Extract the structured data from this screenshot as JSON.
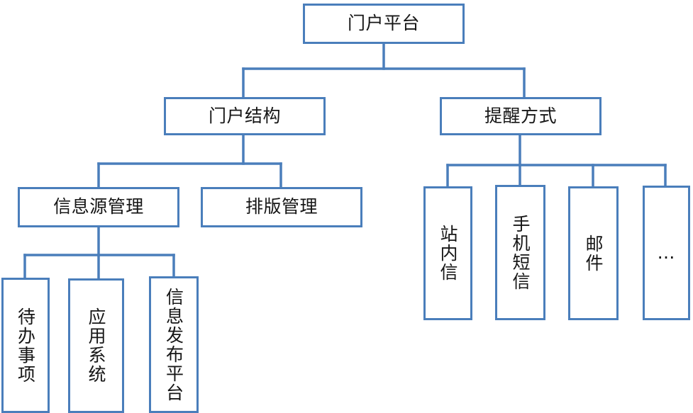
{
  "diagram": {
    "type": "org-tree",
    "title": "门户平台",
    "style": {
      "box_border_color": "#4a7ebb",
      "box_fill_color": "#ffffff",
      "connector_color": "#4a7ebb",
      "text_color": "#161616",
      "background": "#ffffff"
    },
    "nodes": {
      "root": {
        "label": "门户平台"
      },
      "level2": [
        {
          "label": "门户结构"
        },
        {
          "label": "提醒方式"
        }
      ],
      "portal_structure_children": [
        {
          "label": "信息源管理"
        },
        {
          "label": "排版管理"
        }
      ],
      "info_source_children": [
        {
          "label": "待办事项",
          "orientation": "vertical"
        },
        {
          "label": "应用系统",
          "orientation": "vertical"
        },
        {
          "label": "信息发布平台",
          "orientation": "vertical"
        }
      ],
      "reminder_children": [
        {
          "label": "站内信",
          "orientation": "vertical"
        },
        {
          "label": "手机短信",
          "orientation": "vertical"
        },
        {
          "label": "邮件",
          "orientation": "vertical"
        },
        {
          "label": "…",
          "orientation": "horizontal"
        }
      ]
    }
  }
}
